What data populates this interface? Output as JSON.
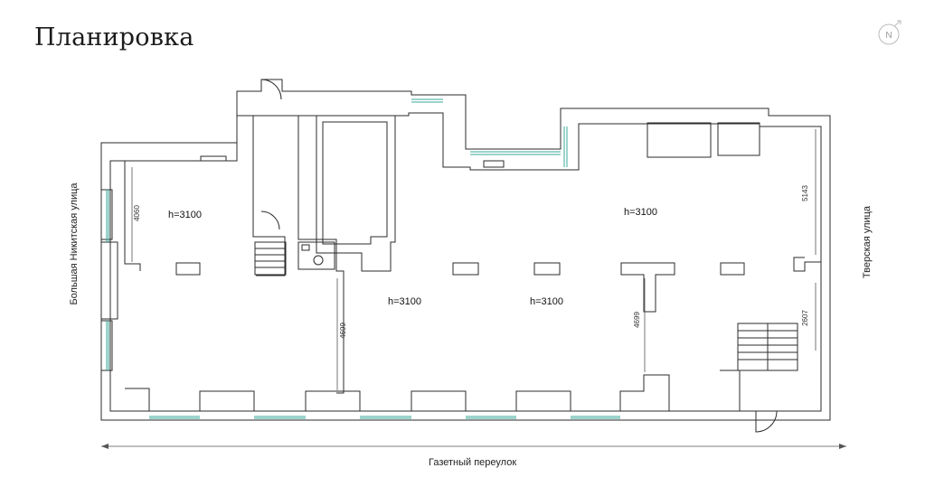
{
  "page": {
    "title": "Планировка"
  },
  "compass": {
    "label": "N"
  },
  "streets": {
    "bottom": "Газетный переулок",
    "left": "Большая Никитская улица",
    "right": "Тверская улица"
  },
  "ceiling_heights": [
    "h=3100",
    "h=3100",
    "h=3100",
    "h=3100"
  ],
  "dimensions": [
    "4060",
    "5143",
    "2607",
    "4699",
    "4699"
  ],
  "colors": {
    "walls": "#2b2b2b",
    "windows": "#3aa89a",
    "dims": "#555555"
  }
}
